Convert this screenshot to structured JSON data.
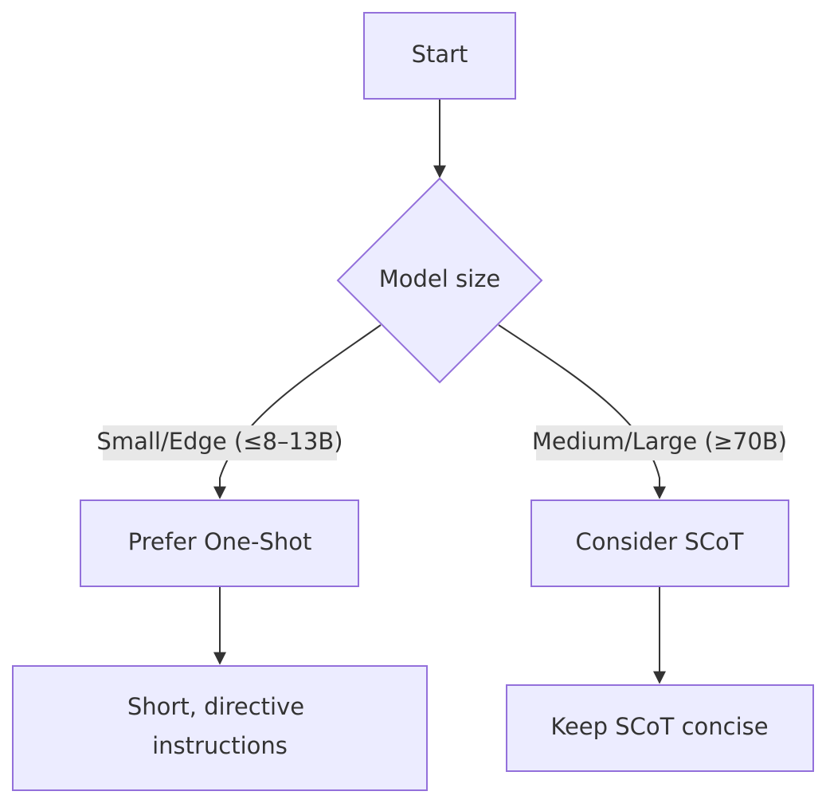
{
  "diagram": {
    "nodes": {
      "start": "Start",
      "model_size": "Model size",
      "prefer_one_shot": "Prefer One-Shot",
      "consider_scot": "Consider SCoT",
      "short_directive": [
        "Short, directive",
        "instructions"
      ],
      "keep_scot_concise": "Keep SCoT concise"
    },
    "edge_labels": {
      "small_edge": "Small/Edge (≤8–13B)",
      "medium_large": "Medium/Large (≥70B)"
    },
    "colors": {
      "node_fill": "#ECECFF",
      "node_stroke": "#9370DB",
      "edge": "#333333",
      "label_bg": "#e8e8e8",
      "text": "#333333"
    }
  }
}
